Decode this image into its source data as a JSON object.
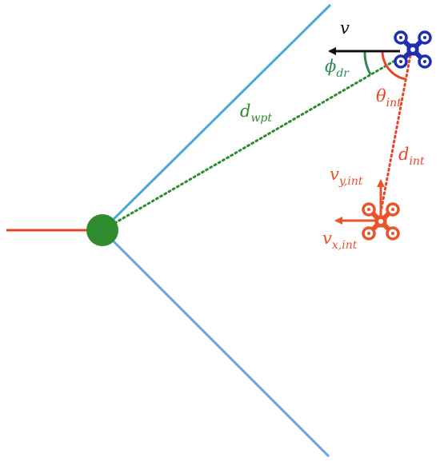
{
  "colors": {
    "route_upper": "#4aa8d8",
    "route_lower": "#6f9fe6",
    "route_incoming": "#e8442a",
    "waypoint": "#2e8b2e",
    "waypoint_line": "#2e8b2e",
    "drone": "#1f2fb0",
    "intruder": "#e8552a",
    "velocity": "#111111",
    "angle_phi": "#2e8b57",
    "angle_theta": "#e8442a"
  },
  "icons": {
    "drone": "quadcopter-icon",
    "intruder": "quadcopter-icon",
    "waypoint": "circle"
  },
  "labels": {
    "v": {
      "main": "v"
    },
    "phi": {
      "main": "ϕ",
      "sub": "dr"
    },
    "theta": {
      "main": "θ",
      "sub": "int"
    },
    "d_wpt": {
      "main": "d",
      "sub": "wpt"
    },
    "d_int": {
      "main": "d",
      "sub": "int"
    },
    "v_y_int": {
      "main": "v",
      "sub": "y,int"
    },
    "v_x_int": {
      "main": "v",
      "sub": "x,int"
    }
  }
}
